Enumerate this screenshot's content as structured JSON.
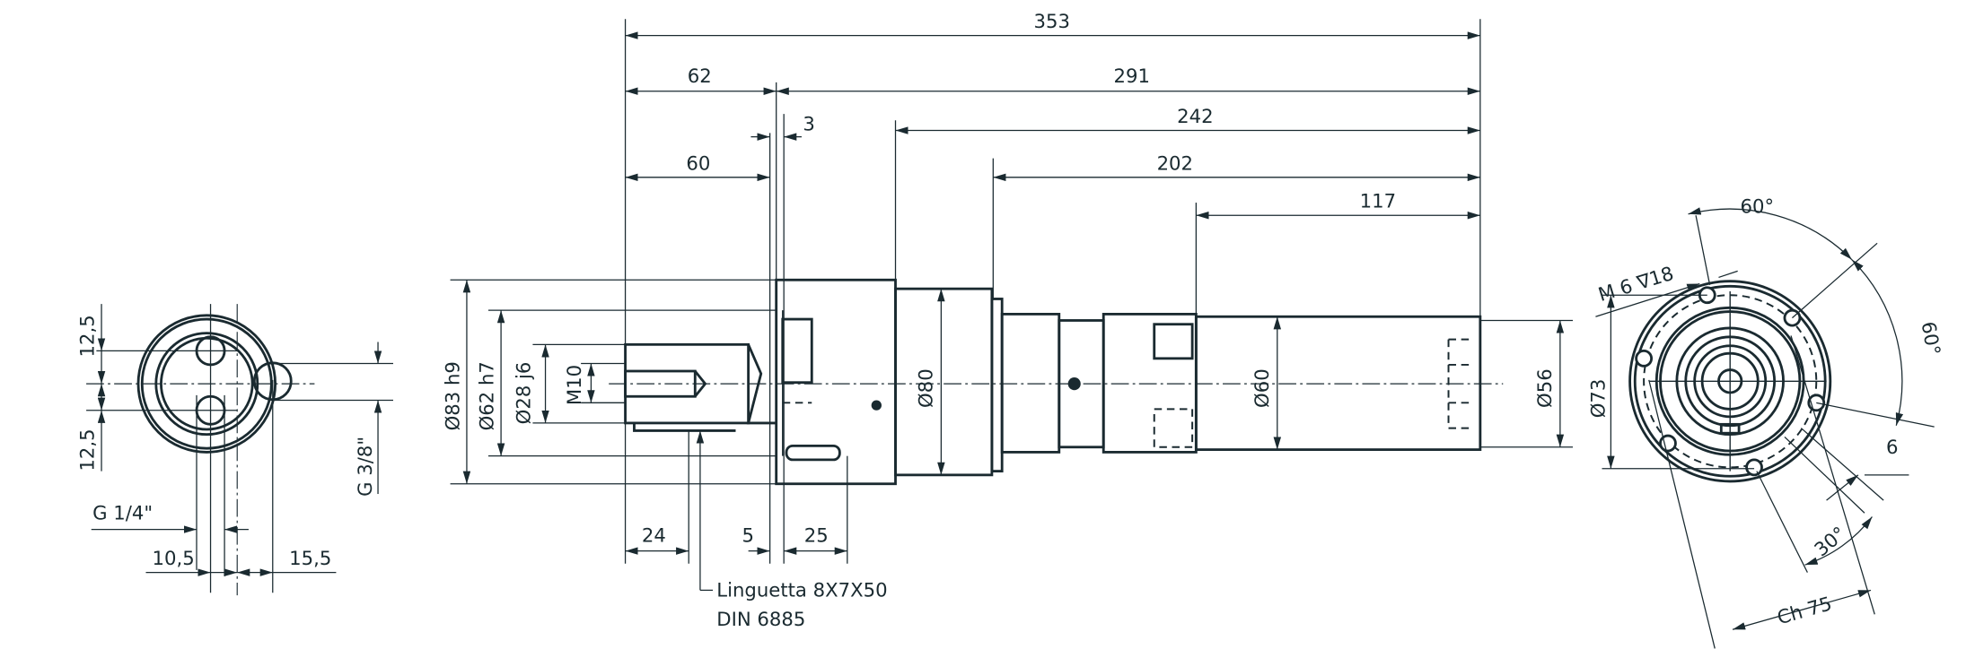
{
  "colors": {
    "ink": "#1a2a30",
    "background": "#ffffff"
  },
  "left_view": {
    "dim_top_offset": "12,5",
    "dim_bottom_offset": "12,5",
    "port_large": "G 3/8\"",
    "port_small": "G 1/4\"",
    "dim_small_x": "10,5",
    "dim_large_x": "15,5"
  },
  "side_view": {
    "overall_length": "353",
    "flange_length": "62",
    "body_length": "291",
    "flange_gap": "3",
    "len_242": "242",
    "shaft_length": "60",
    "len_202": "202",
    "len_117": "117",
    "dia_flange": "Ø83 h9",
    "dia_spigot": "Ø62 h7",
    "dia_shaft": "Ø28 j6",
    "thread": "M10",
    "dia_body": "Ø80",
    "dia_nose": "Ø60",
    "dia_tail": "Ø56",
    "dim_24": "24",
    "dim_5": "5",
    "dim_25": "25",
    "key_note_line1": "Linguetta 8X7X50",
    "key_note_line2": "DIN 6885"
  },
  "front_view": {
    "dia_bolt": "Ø73",
    "angle_top": "60°",
    "angle_side": "60°",
    "tapped_hole": "M 6 ∇18",
    "slot_width": "6",
    "angle_slot": "30°",
    "wrench_flat": "Ch 75"
  }
}
